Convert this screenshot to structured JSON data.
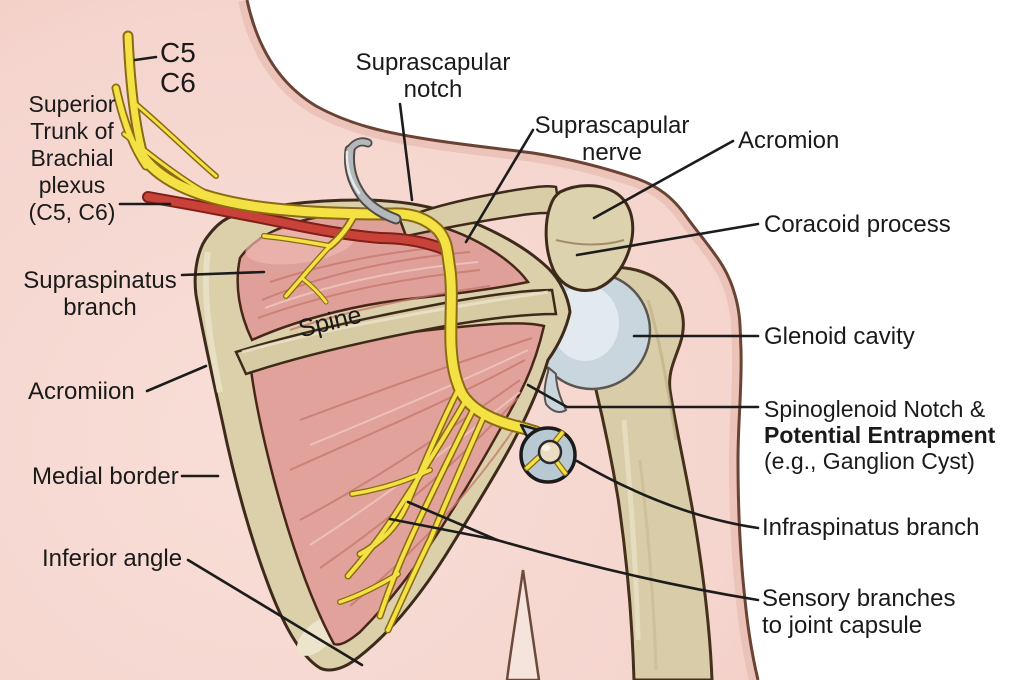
{
  "diagram": {
    "subject": "Suprascapular nerve anatomy of the shoulder, posterior view, with site of potential entrapment",
    "labels": {
      "c5": {
        "text": "C5"
      },
      "c6": {
        "text": "C6"
      },
      "superior_trunk": {
        "lines": [
          "Superior",
          "Trunk of",
          "Brachial",
          "plexus",
          "(C5, C6)"
        ]
      },
      "suprascapular_notch": {
        "lines": [
          "Suprascapular",
          "notch"
        ]
      },
      "suprascapular_nerve": {
        "lines": [
          "Suprascapular",
          "nerve"
        ]
      },
      "acromion_right": {
        "text": "Acromion"
      },
      "coracoid_process": {
        "text": "Coracoid process"
      },
      "supraspinatus_branch": {
        "lines": [
          "Supraspinatus",
          "branch"
        ]
      },
      "spine": {
        "text": "Spine"
      },
      "acromiion_left": {
        "text": "Acromiion"
      },
      "glenoid_cavity": {
        "text": "Glenoid cavity"
      },
      "spinoglenoid": {
        "lines": [
          "Spinoglenoid Notch &",
          "Potential Entrapment",
          "(e.g., Ganglion Cyst)"
        ]
      },
      "medial_border": {
        "text": "Medial border"
      },
      "infraspinatus_branch": {
        "text": "Infraspinatus branch"
      },
      "inferior_angle": {
        "text": "Inferior angle"
      },
      "sensory_branches": {
        "lines": [
          "Sensory branches",
          "to joint capsule"
        ]
      }
    },
    "colors": {
      "skin_pink": "#f5d7d1",
      "skin_shadow": "#e9bfb5",
      "outside_white": "#ffffff",
      "bone_tan": "#dbd0aa",
      "bone_outline": "#3e2a1b",
      "muscle_red": "#dfa09a",
      "muscle_streak": "#c6756a",
      "nerve_yellow": "#f4e244",
      "nerve_outline": "#8a6a14",
      "artery_red": "#c8423a",
      "ligament_gray": "#b4b8bb",
      "joint_capsule_gray": "#c9d6de",
      "cyst_ball": "#ecdcc3",
      "label_text": "#1a1a1a"
    }
  }
}
